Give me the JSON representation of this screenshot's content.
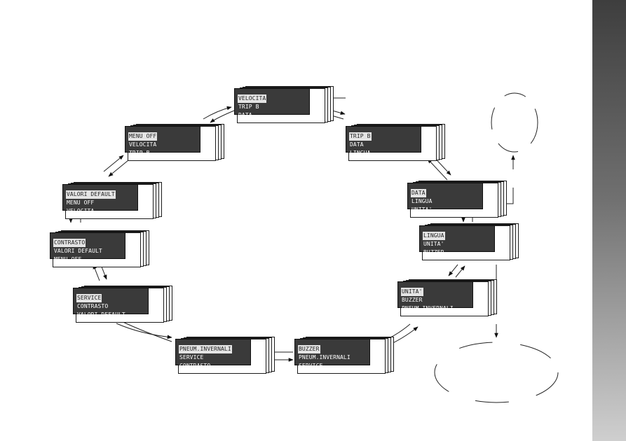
{
  "menus": [
    {
      "id": "velocita",
      "lines": [
        "VELOCITA",
        "TRIP B",
        "DATA"
      ]
    },
    {
      "id": "trip-b",
      "lines": [
        "TRIP B",
        "DATA",
        "LINGUA"
      ]
    },
    {
      "id": "data",
      "lines": [
        "DATA",
        "LINGUA",
        "UNITA'"
      ]
    },
    {
      "id": "lingua",
      "lines": [
        "LINGUA",
        "UNITA'",
        "BUZZER"
      ]
    },
    {
      "id": "unita",
      "lines": [
        "UNITA'",
        "BUZZER",
        "PNEUM.INVERNALI"
      ]
    },
    {
      "id": "buzzer",
      "lines": [
        "BUZZER",
        "PNEUM.INVERNALI",
        "SERVICE"
      ]
    },
    {
      "id": "pneum-invernali",
      "lines": [
        "PNEUM.INVERNALI",
        "SERVICE",
        "CONTRASTO"
      ]
    },
    {
      "id": "service",
      "lines": [
        "SERVICE",
        "CONTRASTO",
        "VALORI DEFAULT"
      ]
    },
    {
      "id": "contrasto",
      "lines": [
        "CONTRASTO",
        "VALORI DEFAULT",
        "MENU OFF"
      ]
    },
    {
      "id": "valori-default",
      "lines": [
        "VALORI DEFAULT",
        "MENU OFF",
        "VELOCITA"
      ]
    },
    {
      "id": "menu-off",
      "lines": [
        "MENU OFF",
        "VELOCITA",
        "TRIP B"
      ]
    }
  ],
  "colors": {
    "screen": "#3a3a3a",
    "highlight": "#e4e4e4",
    "text": "#ffffff",
    "line": "#1a1a1a"
  }
}
